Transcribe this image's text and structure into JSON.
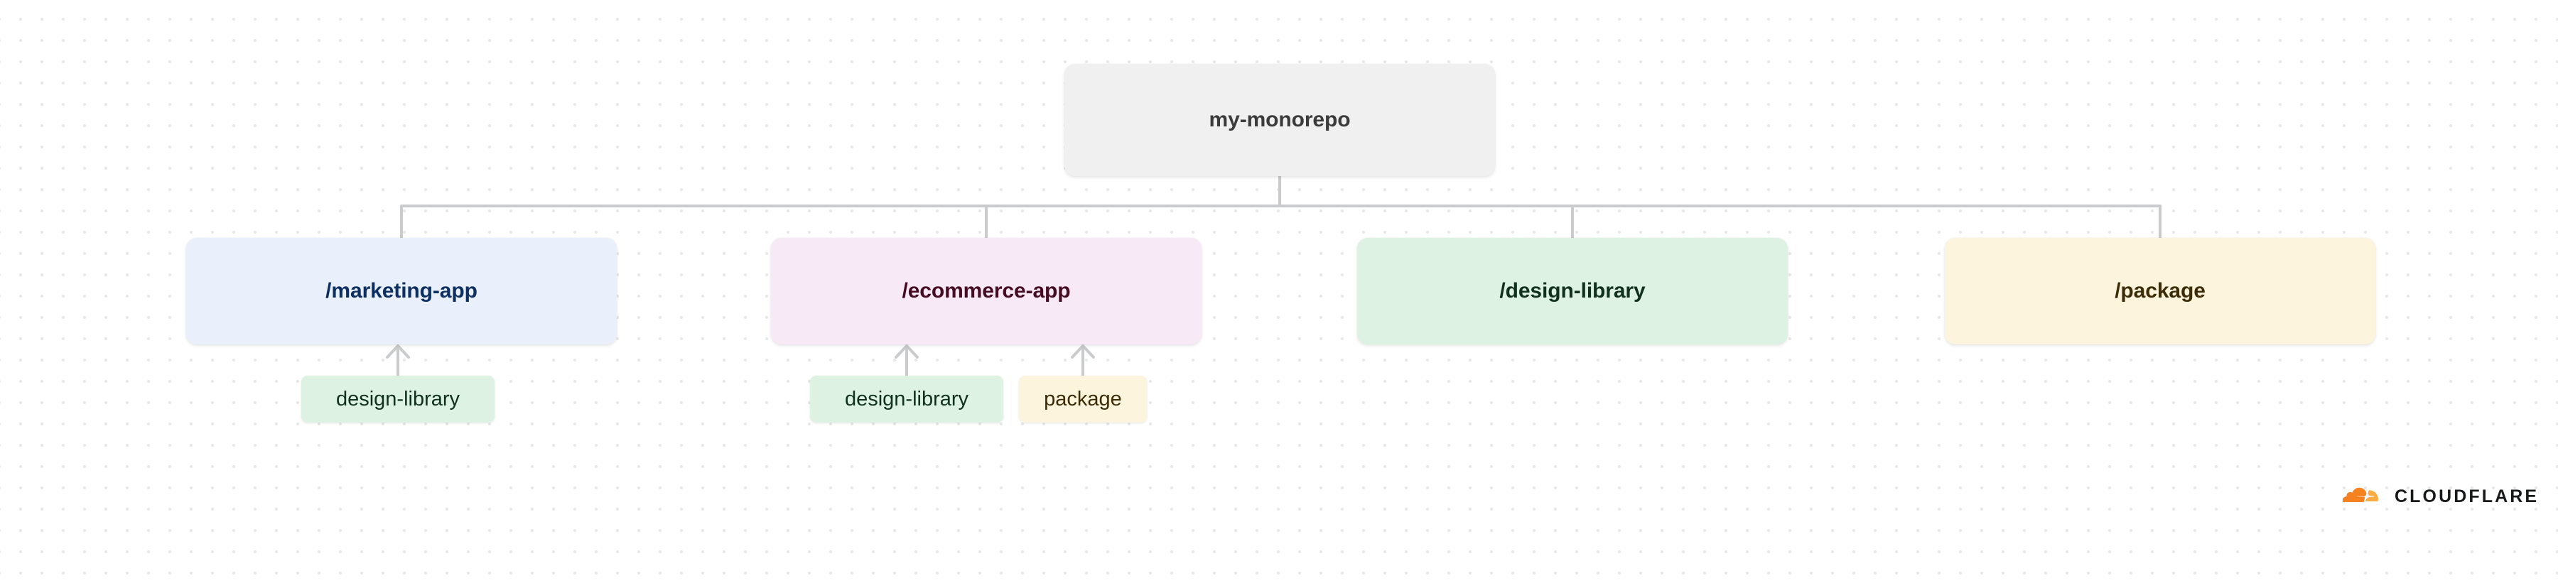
{
  "diagram": {
    "type": "dependency-tree",
    "root": {
      "id": "my-monorepo",
      "label": "my-monorepo",
      "fill": "#f0f0f0",
      "text_color": "#3b3b3b"
    },
    "children": [
      {
        "id": "marketing-app",
        "label": "/marketing-app",
        "fill": "#e9f0fb",
        "text_color": "#0d2f62",
        "dependencies": [
          {
            "id": "design-library",
            "label": "design-library",
            "fill": "#ddf2e3",
            "text_color": "#10311d"
          }
        ]
      },
      {
        "id": "ecommerce-app",
        "label": "/ecommerce-app",
        "fill": "#f7e9f6",
        "text_color": "#460d22",
        "dependencies": [
          {
            "id": "design-library",
            "label": "design-library",
            "fill": "#ddf2e3",
            "text_color": "#10311d"
          },
          {
            "id": "package",
            "label": "package",
            "fill": "#fdf4dd",
            "text_color": "#3c2d08"
          }
        ]
      },
      {
        "id": "design-library",
        "label": "/design-library",
        "fill": "#ddf2e3",
        "text_color": "#10311d",
        "dependencies": []
      },
      {
        "id": "package",
        "label": "/package",
        "fill": "#fdf4dd",
        "text_color": "#3c2d08",
        "dependencies": []
      }
    ],
    "connector_color": "#c9cbcc",
    "grid_dot_color": "#e7e8e9",
    "background": "#ffffff"
  },
  "branding": {
    "wordmark": "CLOUDFLARE",
    "cloud_color": "#f6821f",
    "cloud_accent_color": "#fbad41",
    "wordmark_color": "#17191a"
  }
}
